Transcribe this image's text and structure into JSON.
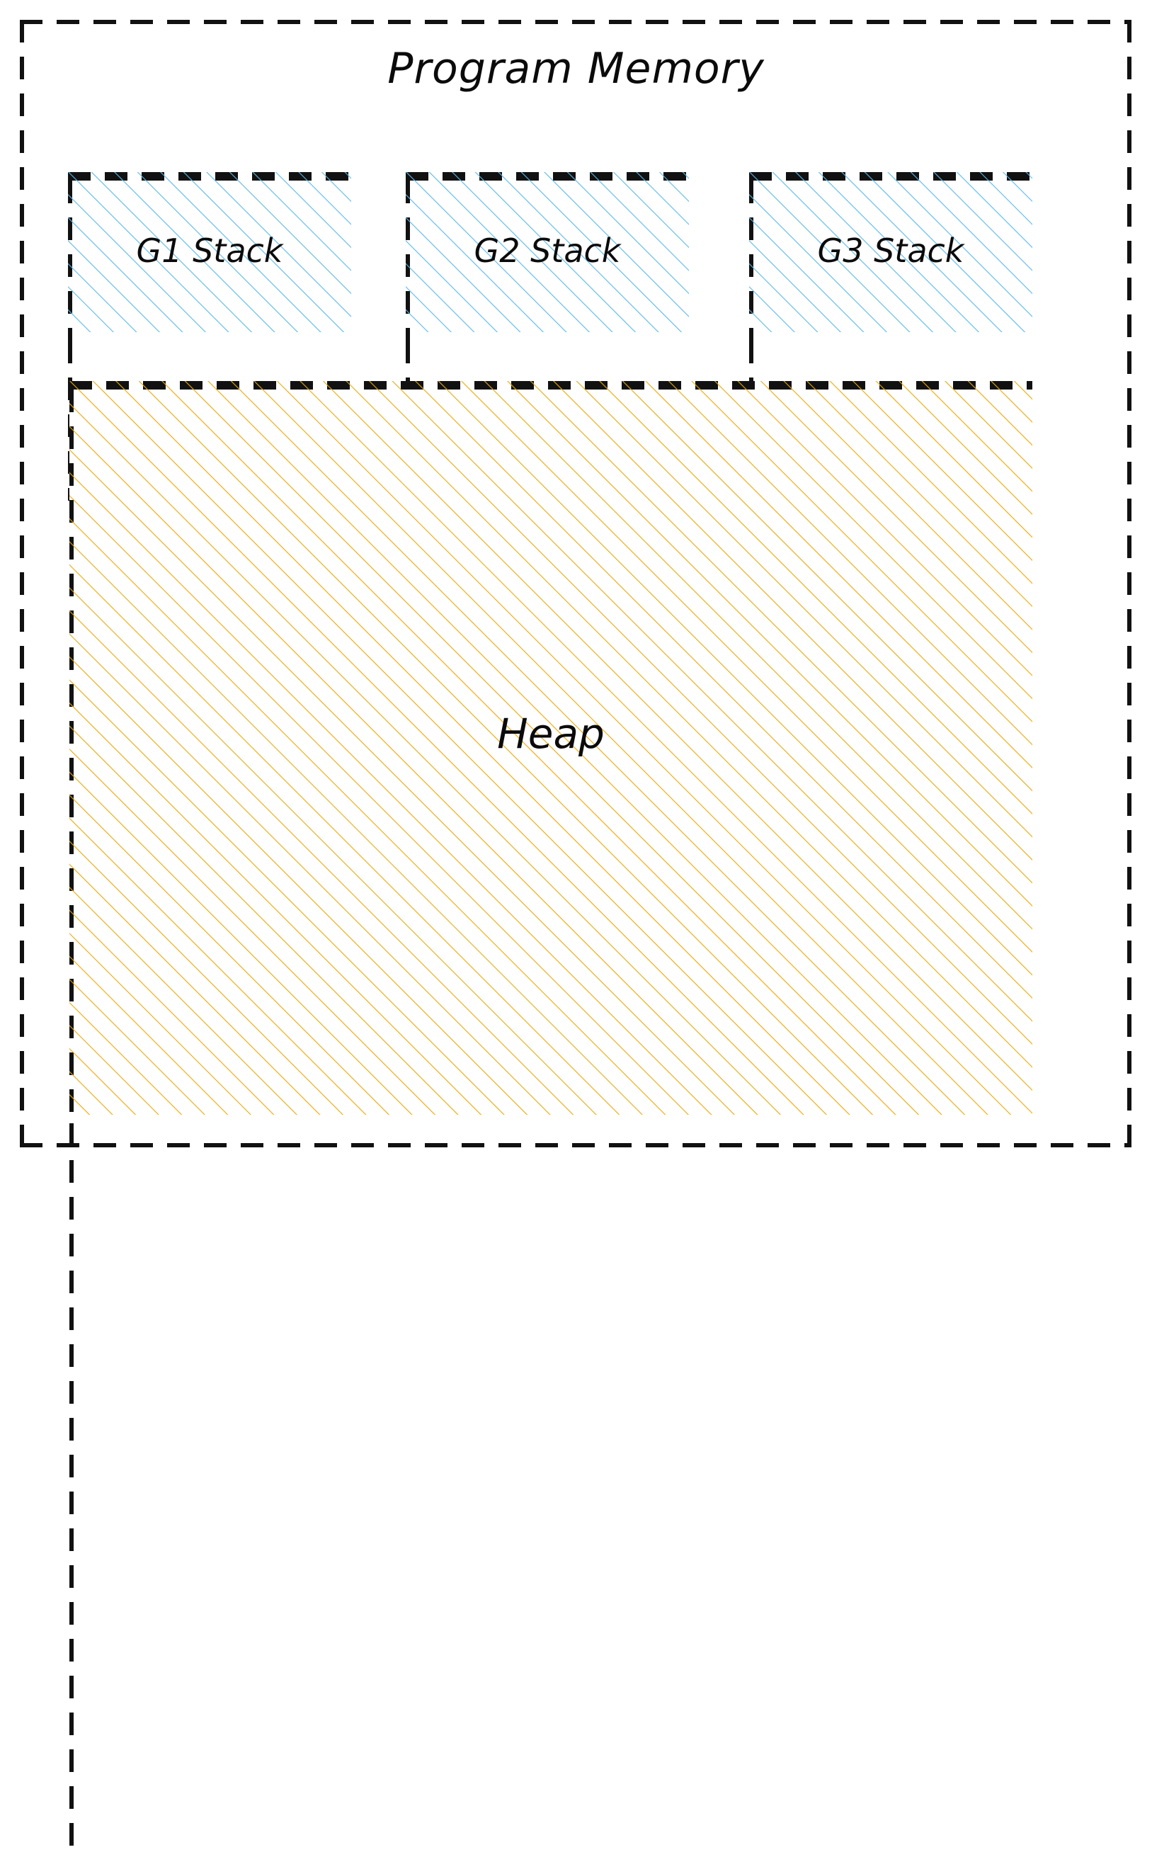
{
  "diagram": {
    "title": "Program Memory",
    "outer_border_style": "dashed",
    "outer_border_color": "#111111",
    "background_color": "#ffffff",
    "stacks": [
      {
        "label": "G1 Stack",
        "hatch_color": "#5BB8E8",
        "fill_color": "#ffffff",
        "border_color": "#111111"
      },
      {
        "label": "G2 Stack",
        "hatch_color": "#5BB8E8",
        "fill_color": "#ffffff",
        "border_color": "#111111"
      },
      {
        "label": "G3 Stack",
        "hatch_color": "#5BB8E8",
        "fill_color": "#ffffff",
        "border_color": "#111111"
      }
    ],
    "heap": {
      "label": "Heap",
      "hatch_color": "#E8A80C",
      "fill_color": "#ffffff",
      "border_color": "#111111"
    }
  }
}
